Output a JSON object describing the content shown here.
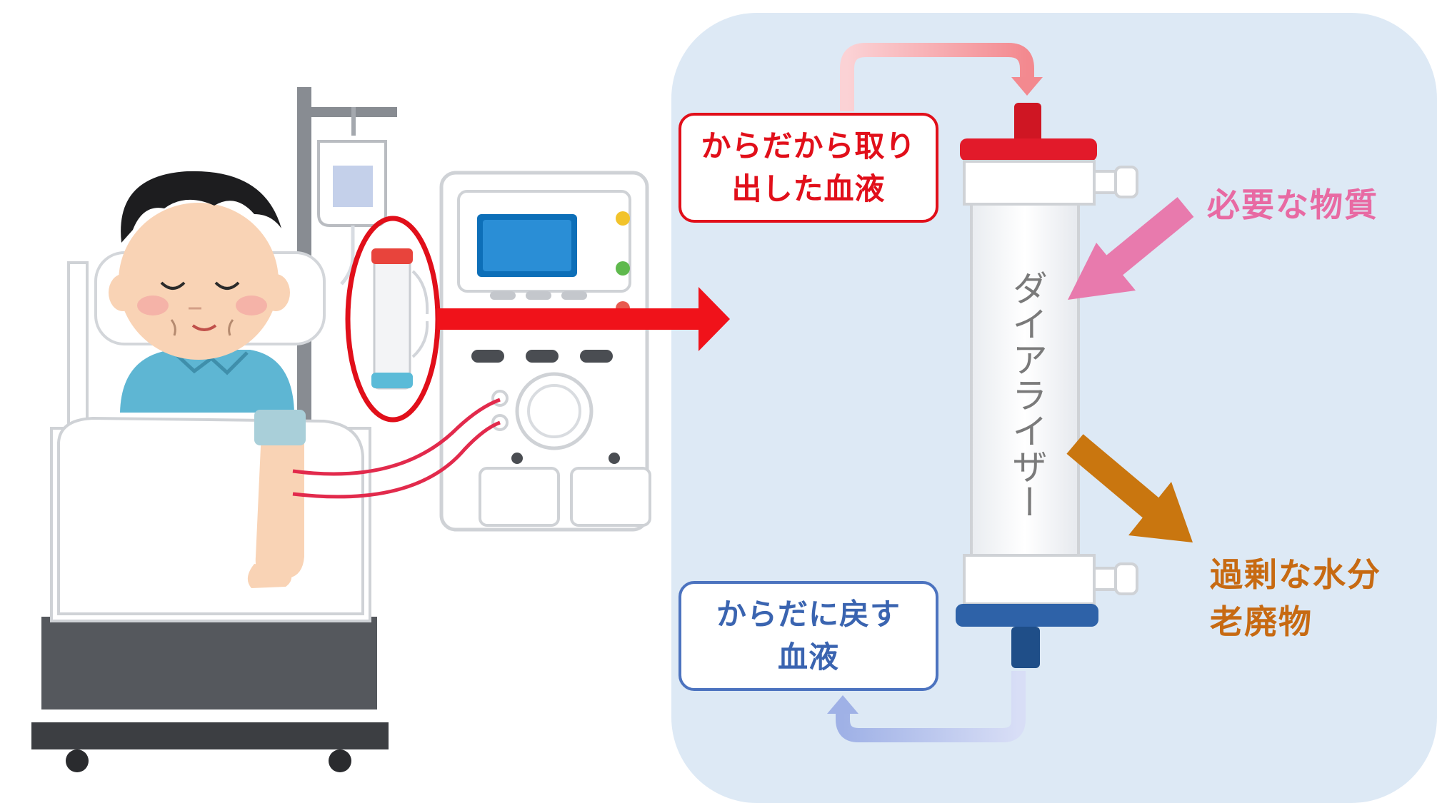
{
  "labels": {
    "extracted_blood": [
      "からだから取り",
      "出した血液"
    ],
    "returned_blood": [
      "からだに戻す",
      "血液"
    ],
    "dialyzer": "ダイアライザー",
    "needed_substances": "必要な物質",
    "waste": [
      "過剰な水分",
      "老廃物"
    ]
  },
  "colors": {
    "panel_bg": "#dde9f5",
    "red": "#e10f1a",
    "blue": "#4c73bf",
    "pink": "#e86aa3",
    "orange": "#c76a12"
  },
  "icons": {
    "patient": "patient-in-bed-illustration",
    "iv": "iv-drip-bag-icon",
    "machine": "dialysis-machine-illustration"
  }
}
